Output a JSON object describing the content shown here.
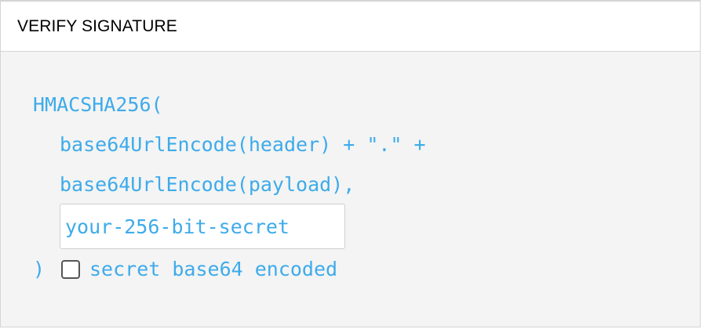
{
  "panel": {
    "title": "VERIFY SIGNATURE"
  },
  "code": {
    "line1": "HMACSHA256(",
    "line2": "base64UrlEncode(header) + \".\" +",
    "line3": "base64UrlEncode(payload),",
    "close": ")"
  },
  "secret": {
    "value": "your-256-bit-secret",
    "placeholder": "your-256-bit-secret"
  },
  "base64_option": {
    "label": "secret base64 encoded",
    "checked": false
  },
  "colors": {
    "code": "#3eabea",
    "header_text": "#000000",
    "panel_bg": "#f4f4f4"
  }
}
